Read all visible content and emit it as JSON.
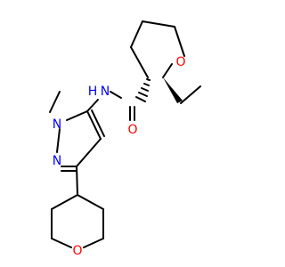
{
  "molecule": {
    "atoms": {
      "O_thf": "O",
      "O_amide": "O",
      "O_oxane": "O",
      "N_amide": "N",
      "H_amide": "H",
      "N1_pyrazole": "N",
      "N2_pyrazole": "N"
    },
    "colors": {
      "bond": "#000000",
      "oxygen": "#ff0000",
      "nitrogen": "#0000ff"
    }
  }
}
